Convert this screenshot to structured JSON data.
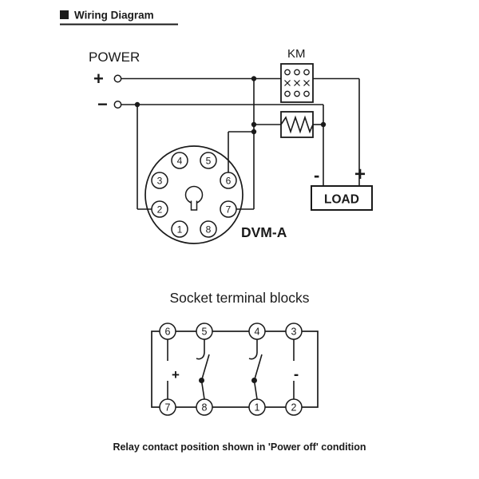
{
  "header": {
    "title": "Wiring Diagram"
  },
  "wiring": {
    "power_label": "POWER",
    "power_plus": "+",
    "power_minus": "−",
    "km_label": "KM",
    "device_label": "DVM-A",
    "load_label": "LOAD",
    "load_minus": "-",
    "load_plus": "+",
    "socket_pins": [
      "1",
      "2",
      "3",
      "4",
      "5",
      "6",
      "7",
      "8"
    ]
  },
  "terminal_blocks": {
    "title": "Socket terminal blocks",
    "top_terminals": [
      "6",
      "5",
      "4",
      "3"
    ],
    "bottom_terminals": [
      "7",
      "8",
      "1",
      "2"
    ],
    "plus": "+",
    "minus": "-",
    "caption": "Relay contact position shown in 'Power off' condition"
  },
  "colors": {
    "ink": "#1a1a1a",
    "background": "#ffffff"
  }
}
